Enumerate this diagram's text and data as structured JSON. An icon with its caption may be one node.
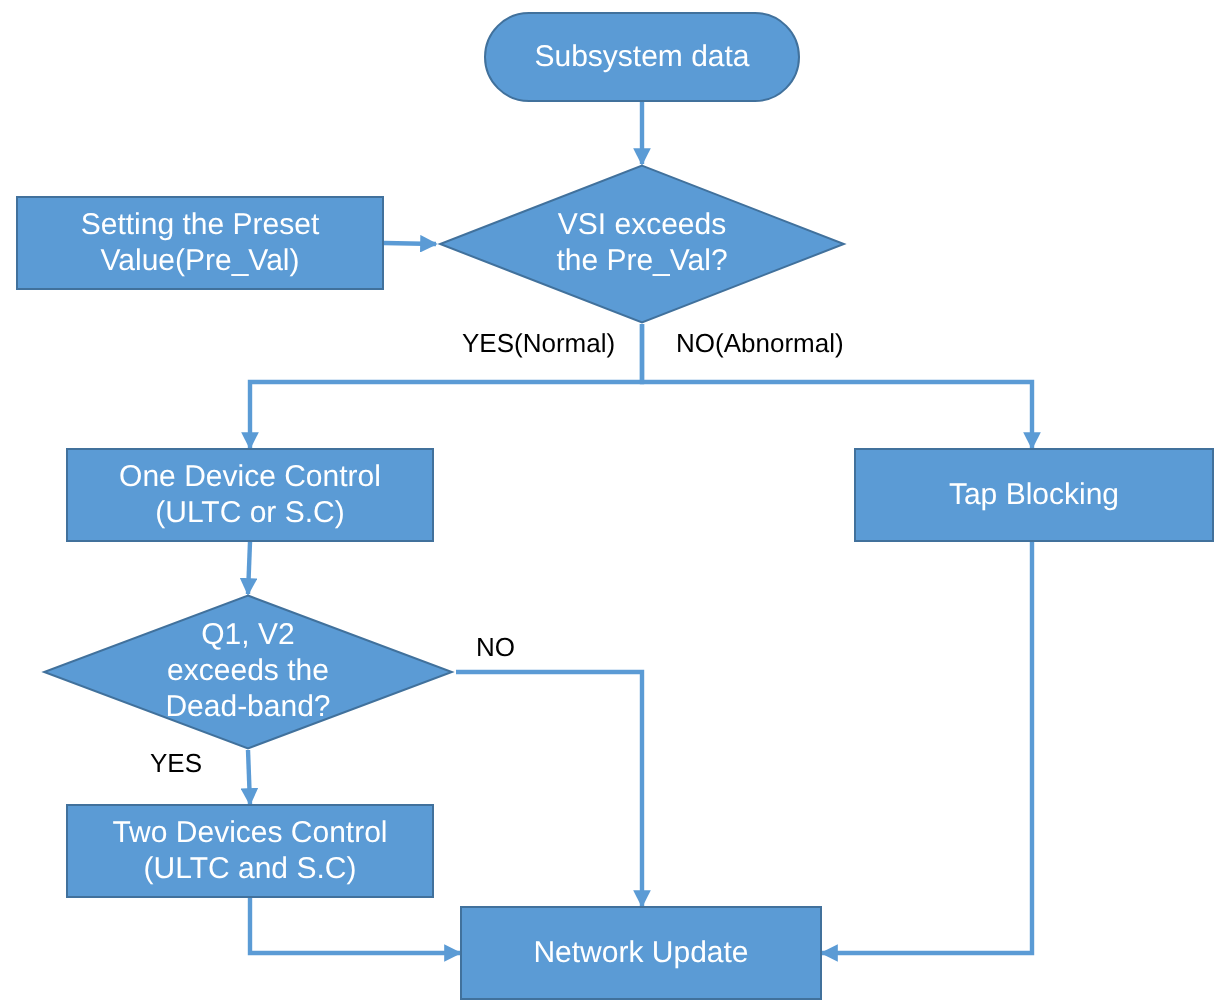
{
  "diagram": {
    "nodes": [
      {
        "text": [
          "Subsystem data"
        ]
      },
      {
        "text": [
          "Setting the Preset Value(Pre_Val)"
        ]
      },
      {
        "text": [
          "VSI exceeds the Pre_Val?"
        ]
      },
      {
        "text": [
          "One Device Control (ULTC or S.C)"
        ]
      },
      {
        "text": [
          "Tap Blocking"
        ]
      },
      {
        "text": [
          "Q1, V2 exceeds the Dead-band?"
        ]
      },
      {
        "text": [
          "Two Devices Control (ULTC and S.C)"
        ]
      },
      {
        "text": [
          "Network Update"
        ]
      }
    ],
    "edges": [
      {
        "from": 0,
        "to": 2,
        "arrow": "to"
      },
      {
        "from": 1,
        "to": 2,
        "arrow": "to"
      },
      {
        "from": 2,
        "to": 3,
        "arrow": "to",
        "label": "YES(Normal)"
      },
      {
        "from": 2,
        "to": 4,
        "arrow": "to",
        "label": "NO(Abnormal)"
      },
      {
        "from": 3,
        "to": 5,
        "arrow": "to"
      },
      {
        "from": 5,
        "to": 6,
        "arrow": "to",
        "label": "YES"
      },
      {
        "from": 5,
        "to": 7,
        "arrow": "to",
        "label": "NO"
      },
      {
        "from": 6,
        "to": 7,
        "arrow": "to"
      },
      {
        "from": 4,
        "to": 7,
        "arrow": "to"
      }
    ]
  }
}
